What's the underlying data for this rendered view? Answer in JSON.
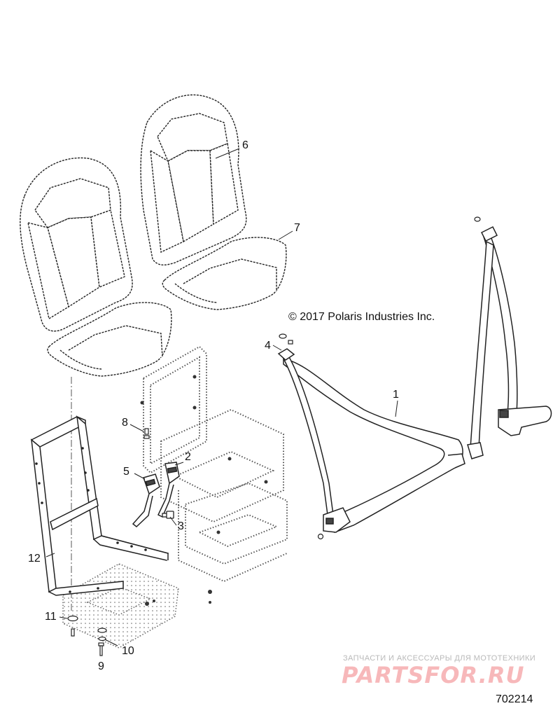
{
  "copyright": "© 2017 Polaris Industries Inc.",
  "diagram_id": "702214",
  "watermark": {
    "subtitle": "ЗАПЧАСТИ И АКСЕССУАРЫ ДЛЯ МОТОТЕХНИКИ",
    "logo_text": "PARTSFOR.RU",
    "color": "#e8343a"
  },
  "callouts": {
    "c1": "1",
    "c2": "2",
    "c3": "3",
    "c4": "4",
    "c5": "5",
    "c6": "6",
    "c7": "7",
    "c8": "8",
    "c9": "9",
    "c10": "10",
    "c11": "11",
    "c12": "12"
  }
}
